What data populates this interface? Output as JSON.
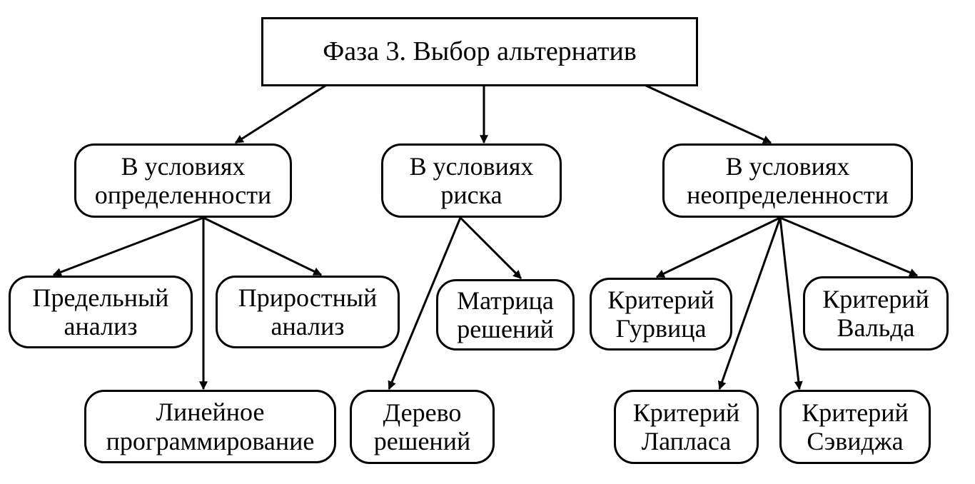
{
  "root": {
    "label": "Фаза 3. Выбор альтернатив"
  },
  "branches": {
    "certainty": {
      "line1": "В условиях",
      "line2": "определенности"
    },
    "risk": {
      "line1": "В условиях",
      "line2": "риска"
    },
    "uncertainty": {
      "line1": "В условиях",
      "line2": "неопределенности"
    }
  },
  "leaves": {
    "marginal": {
      "line1": "Предельный",
      "line2": "анализ"
    },
    "incremental": {
      "line1": "Приростный",
      "line2": "анализ"
    },
    "linear": {
      "line1": "Линейное",
      "line2": "программирование"
    },
    "matrix": {
      "line1": "Матрица",
      "line2": "решений"
    },
    "tree": {
      "line1": "Дерево",
      "line2": "решений"
    },
    "hurwicz": {
      "line1": "Критерий",
      "line2": "Гурвица"
    },
    "wald": {
      "line1": "Критерий",
      "line2": "Вальда"
    },
    "laplace": {
      "line1": "Критерий",
      "line2": "Лапласа"
    },
    "savage": {
      "line1": "Критерий",
      "line2": "Сэвиджа"
    }
  },
  "colors": {
    "line": "#000000",
    "box_border": "#000000",
    "background": "#ffffff"
  }
}
